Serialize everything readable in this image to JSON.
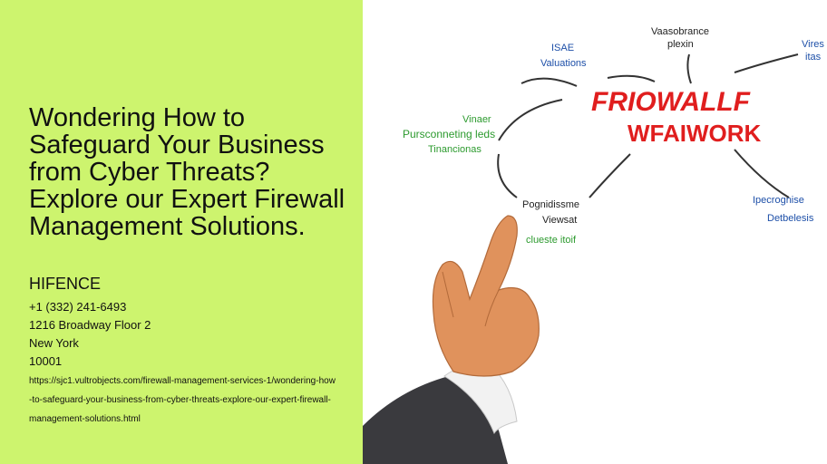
{
  "headline": "Wondering How to Safeguard Your Business from Cyber Threats? Explore our Expert Firewall Management Solutions.",
  "company": "HIFENCE",
  "phone": "+1 (332) 241-6493",
  "address_line": "1216 Broadway Floor 2",
  "city": "New York",
  "zip": "10001",
  "url": "https://sjc1.vultrobjects.com/firewall-management-services-1/wondering-how-to-safeguard-your-business-from-cyber-threats-explore-our-expert-firewall-management-solutions.html",
  "image": {
    "center_line1": "FRIOWALLF",
    "center_line2": "WFAIWORK",
    "nodes": {
      "top_left_1": "ISAE",
      "top_left_2": "Valuations",
      "top_center_1": "Vaasobrance",
      "top_center_2": "plexin",
      "top_right_1": "Vires",
      "top_right_2": "itas",
      "left_1": "Vinaer",
      "left_2": "Pursconneting leds",
      "left_3": "Tinancionas",
      "bottom_left_1": "Pognidissme",
      "bottom_left_2": "Viewsat",
      "bottom_left_3": "clueste itoif",
      "bottom_right_1": "Ipecrognise",
      "bottom_right_2": "Detbelesis"
    },
    "colors": {
      "blue": "#1d4fa8",
      "red": "#e01e1e",
      "green": "#2c9a2e",
      "dark": "#222222"
    }
  }
}
